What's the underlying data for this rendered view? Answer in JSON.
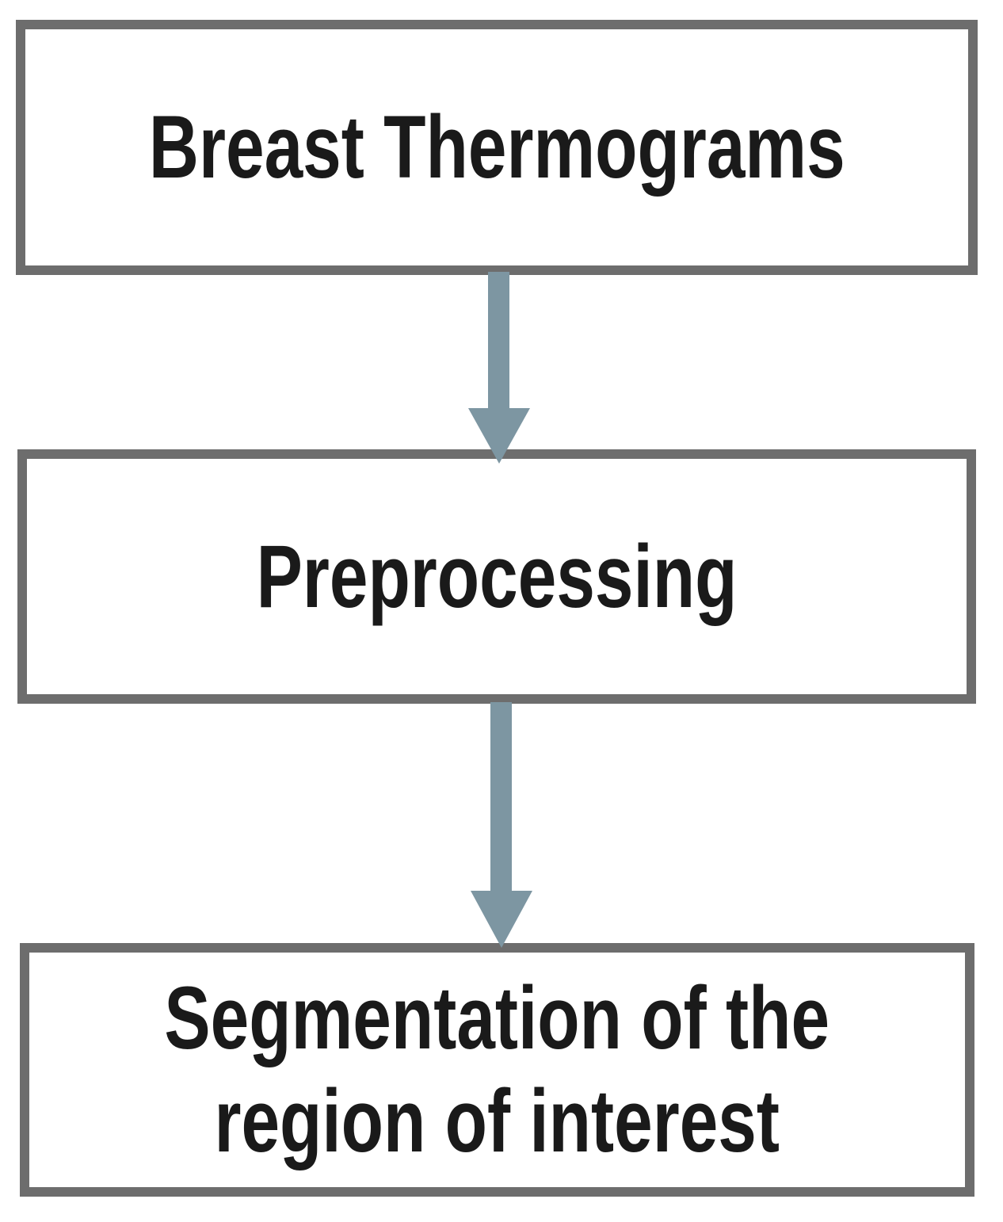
{
  "diagram": {
    "type": "flowchart",
    "direction": "top-down",
    "nodes": [
      {
        "id": "breast-thermograms",
        "label": "Breast Thermograms"
      },
      {
        "id": "preprocessing",
        "label": "Preprocessing"
      },
      {
        "id": "segmentation-roi",
        "label": "Segmentation of the\nregion of interest"
      }
    ],
    "edges": [
      {
        "from": "breast-thermograms",
        "to": "preprocessing",
        "style": "arrow-down"
      },
      {
        "from": "preprocessing",
        "to": "segmentation-roi",
        "style": "arrow-down"
      }
    ],
    "colors": {
      "box_border": "#6d6d6d",
      "box_fill": "#ffffff",
      "text": "#1a1a1a",
      "arrow": "#7d96a2"
    }
  }
}
